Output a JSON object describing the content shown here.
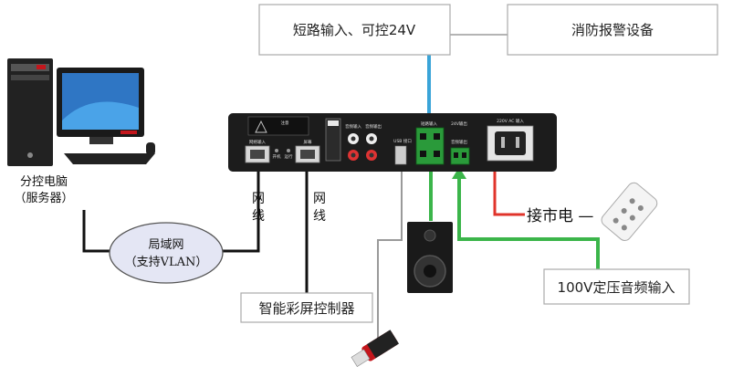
{
  "boxes": {
    "short_circuit_input": "短路输入、可控24V",
    "fire_alarm_device": "消防报警设备",
    "smart_screen_controller": "智能彩屏控制器",
    "constant_voltage_audio_input": "100V定压音频输入"
  },
  "labels": {
    "branch_pc_line1": "分控电脑",
    "branch_pc_line2": "（服务器）",
    "lan_line1": "局域网",
    "lan_line2": "（支持VLAN）",
    "cable_1": "网线",
    "cable_2": "网线",
    "mains_power": "接市电 —"
  },
  "device_panel": {
    "warning_1": "注意",
    "port_net": "网络输入",
    "port_screen": "屏幕",
    "led_1": "开机",
    "led_2": "运行",
    "audio_in": "音频输入",
    "audio_out": "音频输出",
    "usb": "USB 接口",
    "short_in": "短路输入",
    "v24_out": "24V输出",
    "power_in": "220V AC 输入",
    "speaker_out": "音频输出"
  },
  "colors": {
    "cable_black": "#111111",
    "cable_blue": "#3aa4d8",
    "cable_green": "#3bb54a",
    "cable_red": "#e0342b",
    "cable_grey": "#9a9a9a",
    "device_body": "#1c1c1c",
    "lan_fill": "#e4e6f4"
  }
}
